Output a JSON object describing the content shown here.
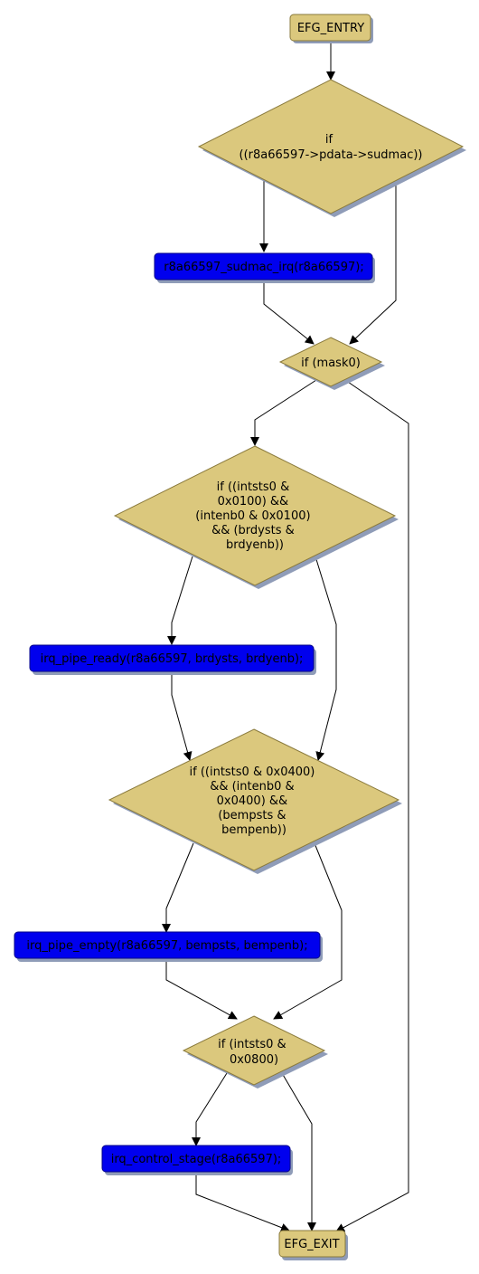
{
  "diagram": {
    "nodes": {
      "entry": {
        "lines": [
          "EFG_ENTRY"
        ]
      },
      "cond_sudmac": {
        "lines": [
          "if",
          "((r8a66597->pdata->sudmac))"
        ]
      },
      "call_sudmac": {
        "lines": [
          "r8a66597_sudmac_irq(r8a66597);"
        ]
      },
      "cond_mask0": {
        "lines": [
          "if (mask0)"
        ]
      },
      "cond_brdy": {
        "lines": [
          "if ((intsts0 &",
          "0x0100) &&",
          "(intenb0 & 0x0100)",
          "&& (brdysts &",
          "brdyenb))"
        ]
      },
      "call_ready": {
        "lines": [
          "irq_pipe_ready(r8a66597, brdysts, brdyenb);"
        ]
      },
      "cond_bemp": {
        "lines": [
          "if ((intsts0 & 0x0400)",
          "&& (intenb0 &",
          "0x0400) &&",
          "(bempsts &",
          "bempenb))"
        ]
      },
      "call_empty": {
        "lines": [
          "irq_pipe_empty(r8a66597, bempsts, bempenb);"
        ]
      },
      "cond_ctrl": {
        "lines": [
          "if (intsts0 &",
          "0x0800)"
        ]
      },
      "call_ctrl": {
        "lines": [
          "irq_control_stage(r8a66597);"
        ]
      },
      "exit": {
        "lines": [
          "EFG_EXIT"
        ]
      }
    },
    "colors": {
      "node_fill": "#dbc87d",
      "node_stroke": "#8a7a3c",
      "call_fill": "#0000ee",
      "call_stroke": "#000088",
      "shadow": "#8f9cb8",
      "edge": "#000000"
    }
  }
}
